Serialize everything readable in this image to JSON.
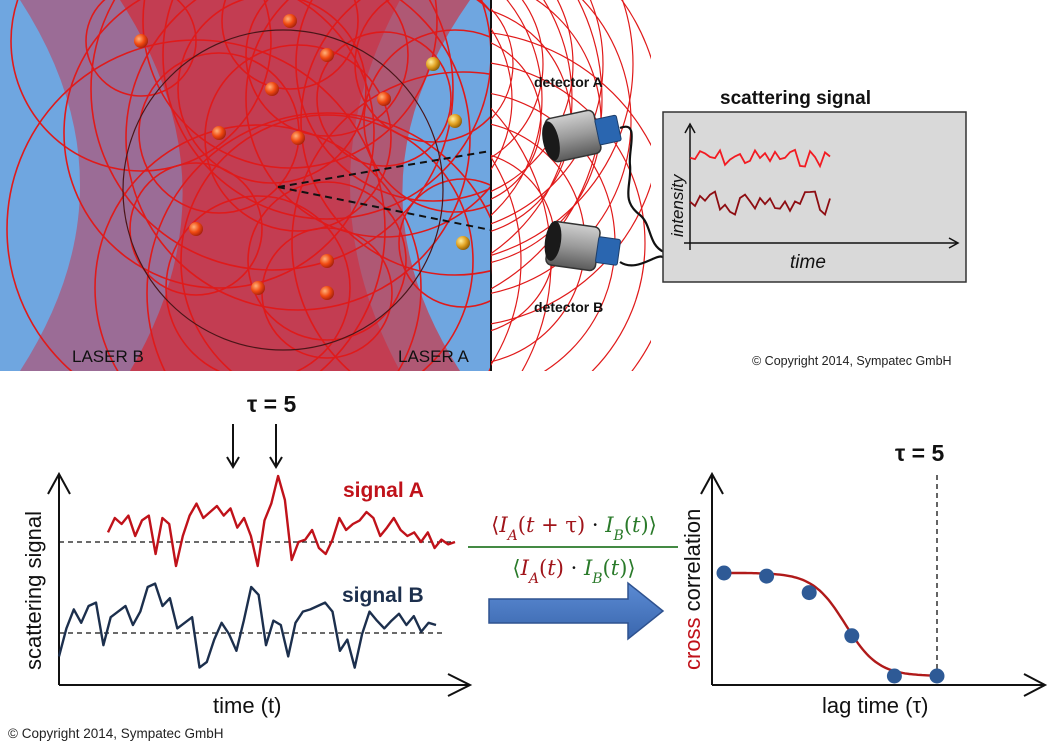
{
  "top_panel": {
    "laser_b_label": "LASER B",
    "laser_a_label": "LASER A",
    "detector_a_label": "detector A",
    "detector_b_label": "detector B",
    "copyright": "© Copyright 2014, Sympatec GmbH",
    "colors": {
      "background_blue": "#6fa6e0",
      "laser_red": "#e4181b",
      "particle": "#f04a12"
    },
    "scattering_box": {
      "title": "scattering signal",
      "y_axis_label": "intensity",
      "x_axis_label": "time"
    }
  },
  "bottom_panel": {
    "tau_label_left": "τ = 5",
    "tau_label_right": "τ = 5",
    "y_axis_label": "scattering signal",
    "x_axis_label": "time (t)",
    "signal_a_label": "signal A",
    "signal_b_label": "signal B",
    "formula": {
      "numerator": "⟨I_A(t + τ) · I_B(t)⟩",
      "denominator": "⟨I_A(t) · I_B(t)⟩"
    },
    "correlation_y_label_part1": "cross",
    "correlation_y_label_part2": " correlation",
    "correlation_x_label": "lag time (τ)",
    "copyright": "© Copyright 2014, Sympatec GmbH",
    "colors": {
      "signal_a": "#c0121a",
      "signal_b": "#1c2f4d",
      "marker": "#2e5a96",
      "arrow": "#4472c4"
    }
  },
  "chart_data": [
    {
      "type": "line",
      "title": "",
      "xlabel": "time (t)",
      "ylabel": "scattering signal",
      "series": [
        {
          "name": "signal A",
          "values": [
            0.48,
            0.6,
            0.55,
            0.62,
            0.45,
            0.58,
            0.62,
            0.3,
            0.6,
            0.55,
            0.2,
            0.45,
            0.62,
            0.72,
            0.6,
            0.65,
            0.7,
            0.62,
            0.68,
            0.52,
            0.6,
            0.45,
            0.2,
            0.58,
            0.72,
            0.95,
            0.75,
            0.25,
            0.4,
            0.42,
            0.5,
            0.35,
            0.3,
            0.42,
            0.6,
            0.5,
            0.55,
            0.58,
            0.65,
            0.6,
            0.45,
            0.52,
            0.6,
            0.5,
            0.45,
            0.48,
            0.4,
            0.48,
            0.35,
            0.42,
            0.38,
            0.4
          ]
        },
        {
          "name": "signal B",
          "values": [
            0.3,
            0.55,
            0.72,
            0.6,
            0.75,
            0.78,
            0.4,
            0.65,
            0.7,
            0.75,
            0.58,
            0.7,
            0.92,
            0.95,
            0.75,
            0.82,
            0.55,
            0.6,
            0.65,
            0.2,
            0.25,
            0.45,
            0.6,
            0.5,
            0.35,
            0.62,
            0.92,
            0.85,
            0.4,
            0.62,
            0.58,
            0.3,
            0.6,
            0.7,
            0.72,
            0.75,
            0.78,
            0.7,
            0.35,
            0.45,
            0.2,
            0.5,
            0.7,
            0.62,
            0.55,
            0.62,
            0.68,
            0.58,
            0.66,
            0.52,
            0.6,
            0.58
          ]
        }
      ]
    },
    {
      "type": "scatter",
      "title": "",
      "xlabel": "lag time (τ)",
      "ylabel": "cross correlation",
      "x": [
        0,
        1,
        2,
        3,
        4,
        5
      ],
      "series": [
        {
          "name": "",
          "values": [
            1.0,
            0.97,
            0.81,
            0.39,
            0.0,
            0.0
          ]
        }
      ]
    }
  ]
}
